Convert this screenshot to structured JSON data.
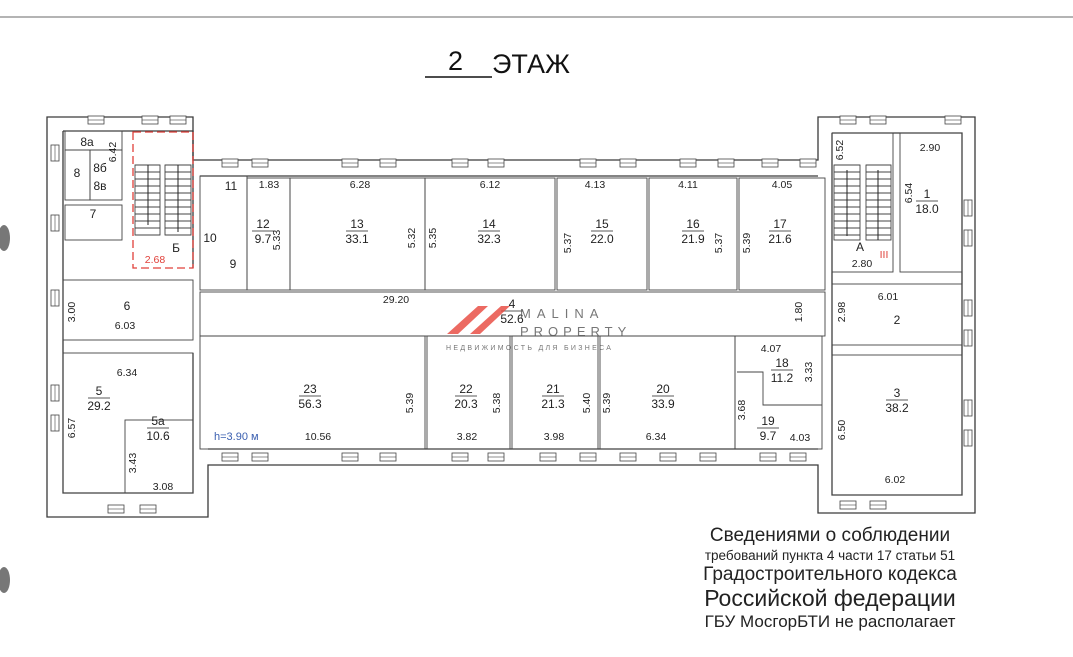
{
  "title": {
    "floor_number": "2",
    "word": "ЭТАЖ"
  },
  "rooms": {
    "r1": {
      "num": "1",
      "area": "18.0"
    },
    "r2": {
      "num": "2"
    },
    "r3": {
      "num": "3",
      "area": "38.2"
    },
    "r4": {
      "num": "4",
      "area": "52.6"
    },
    "r5": {
      "num": "5",
      "area": "29.2"
    },
    "r5a": {
      "num": "5а",
      "area": "10.6"
    },
    "r6": {
      "num": "6"
    },
    "r7": {
      "num": "7"
    },
    "r8": {
      "num": "8"
    },
    "r8a": {
      "num": "8а"
    },
    "r8b": {
      "num": "8б"
    },
    "r8v": {
      "num": "8в"
    },
    "r9": {
      "num": "9"
    },
    "r10": {
      "num": "10"
    },
    "r11": {
      "num": "11"
    },
    "r12": {
      "num": "12",
      "area": "9.7"
    },
    "r13": {
      "num": "13",
      "area": "33.1"
    },
    "r14": {
      "num": "14",
      "area": "32.3"
    },
    "r15": {
      "num": "15",
      "area": "22.0"
    },
    "r16": {
      "num": "16",
      "area": "21.9"
    },
    "r17": {
      "num": "17",
      "area": "21.6"
    },
    "r18": {
      "num": "18",
      "area": "11.2"
    },
    "r19": {
      "num": "19",
      "area": "9.7"
    },
    "r20": {
      "num": "20",
      "area": "33.9"
    },
    "r21": {
      "num": "21",
      "area": "21.3"
    },
    "r22": {
      "num": "22",
      "area": "20.3"
    },
    "r23": {
      "num": "23",
      "area": "56.3"
    }
  },
  "stairs": {
    "b_label": "Б",
    "a_label": "А",
    "a_mark": "III"
  },
  "dimensions": [
    "6.42",
    "2.68",
    "1.83",
    "5.33",
    "6.28",
    "5.32",
    "6.12",
    "5.35",
    "4.13",
    "5.37",
    "4.11",
    "5.37",
    "4.05",
    "5.39",
    "29.20",
    "1.80",
    "3.00",
    "6.03",
    "6.34",
    "6.57",
    "3.43",
    "3.08",
    "10.56",
    "5.39",
    "5.38",
    "3.82",
    "5.40",
    "3.98",
    "5.39",
    "6.34",
    "4.07",
    "3.33",
    "3.68",
    "4.03",
    "6.52",
    "2.80",
    "2.90",
    "6.54",
    "6.01",
    "2.98",
    "6.50",
    "6.02"
  ],
  "height_note": "h=3.90 м",
  "watermark": {
    "brand_line1": "MALINA",
    "brand_line2": "PROPERTY",
    "tagline": "НЕДВИЖИМОСТЬ ДЛЯ БИЗНЕСА"
  },
  "notice": [
    "Сведениями о соблюдении",
    "требований пункта 4 части 17 статьи 51",
    "Градостроительного кодекса",
    "Российской федерации",
    "ГБУ МосгорБТИ не располагает"
  ],
  "colors": {
    "wall": "#3a3a3a",
    "red_mark": "#e0403a",
    "note_blue": "#3a5fb0",
    "watermark_red": "#e8453c"
  }
}
